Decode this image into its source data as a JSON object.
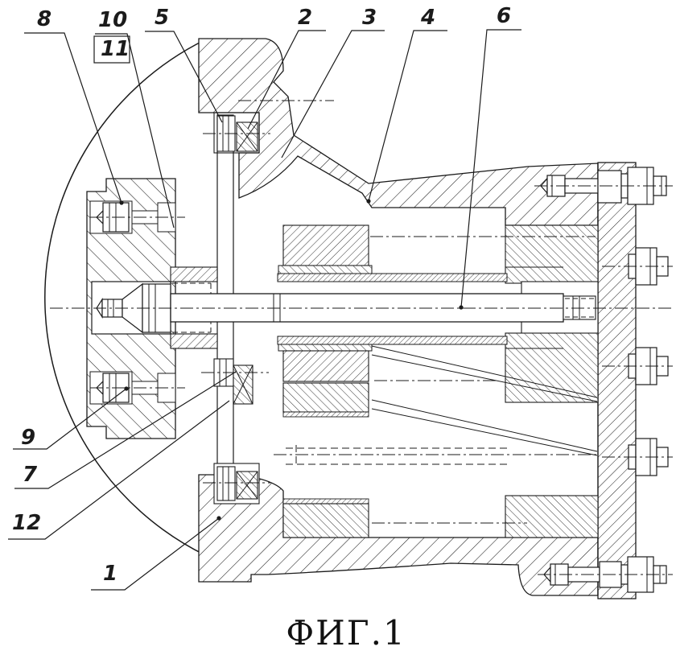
{
  "caption": "ФИГ.1",
  "colors": {
    "line": "#1b1b1b",
    "background": "#ffffff"
  },
  "callouts": [
    {
      "label": "8"
    },
    {
      "label": "10"
    },
    {
      "label": "11"
    },
    {
      "label": "5"
    },
    {
      "label": "2"
    },
    {
      "label": "3"
    },
    {
      "label": "4"
    },
    {
      "label": "6"
    },
    {
      "label": "9"
    },
    {
      "label": "7"
    },
    {
      "label": "12"
    },
    {
      "label": "1"
    }
  ]
}
